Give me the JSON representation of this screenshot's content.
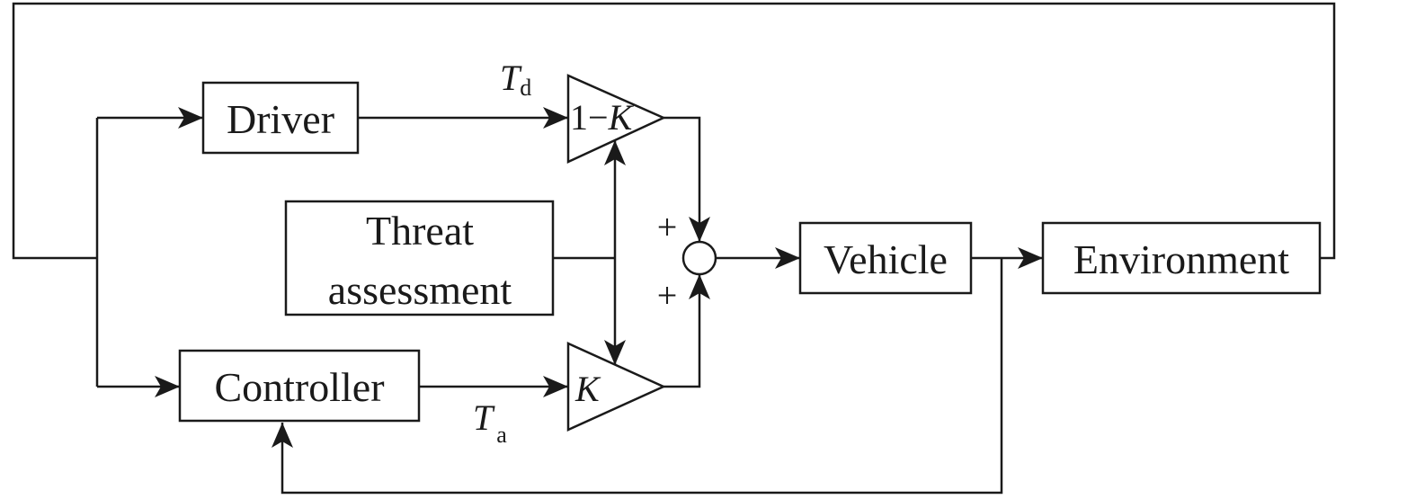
{
  "blocks": {
    "driver": "Driver",
    "threat_line1": "Threat",
    "threat_line2": "assessment",
    "controller": "Controller",
    "vehicle": "Vehicle",
    "environment": "Environment"
  },
  "gains": {
    "driver_gain_prefix": "1−",
    "driver_gain_var": "K",
    "controller_gain": "K"
  },
  "signals": {
    "driver_torque_symbol": "T",
    "driver_torque_sub": "d",
    "assist_torque_symbol": "T",
    "assist_torque_sub": "a"
  },
  "summer": {
    "top_sign": "+",
    "bottom_sign": "+"
  }
}
